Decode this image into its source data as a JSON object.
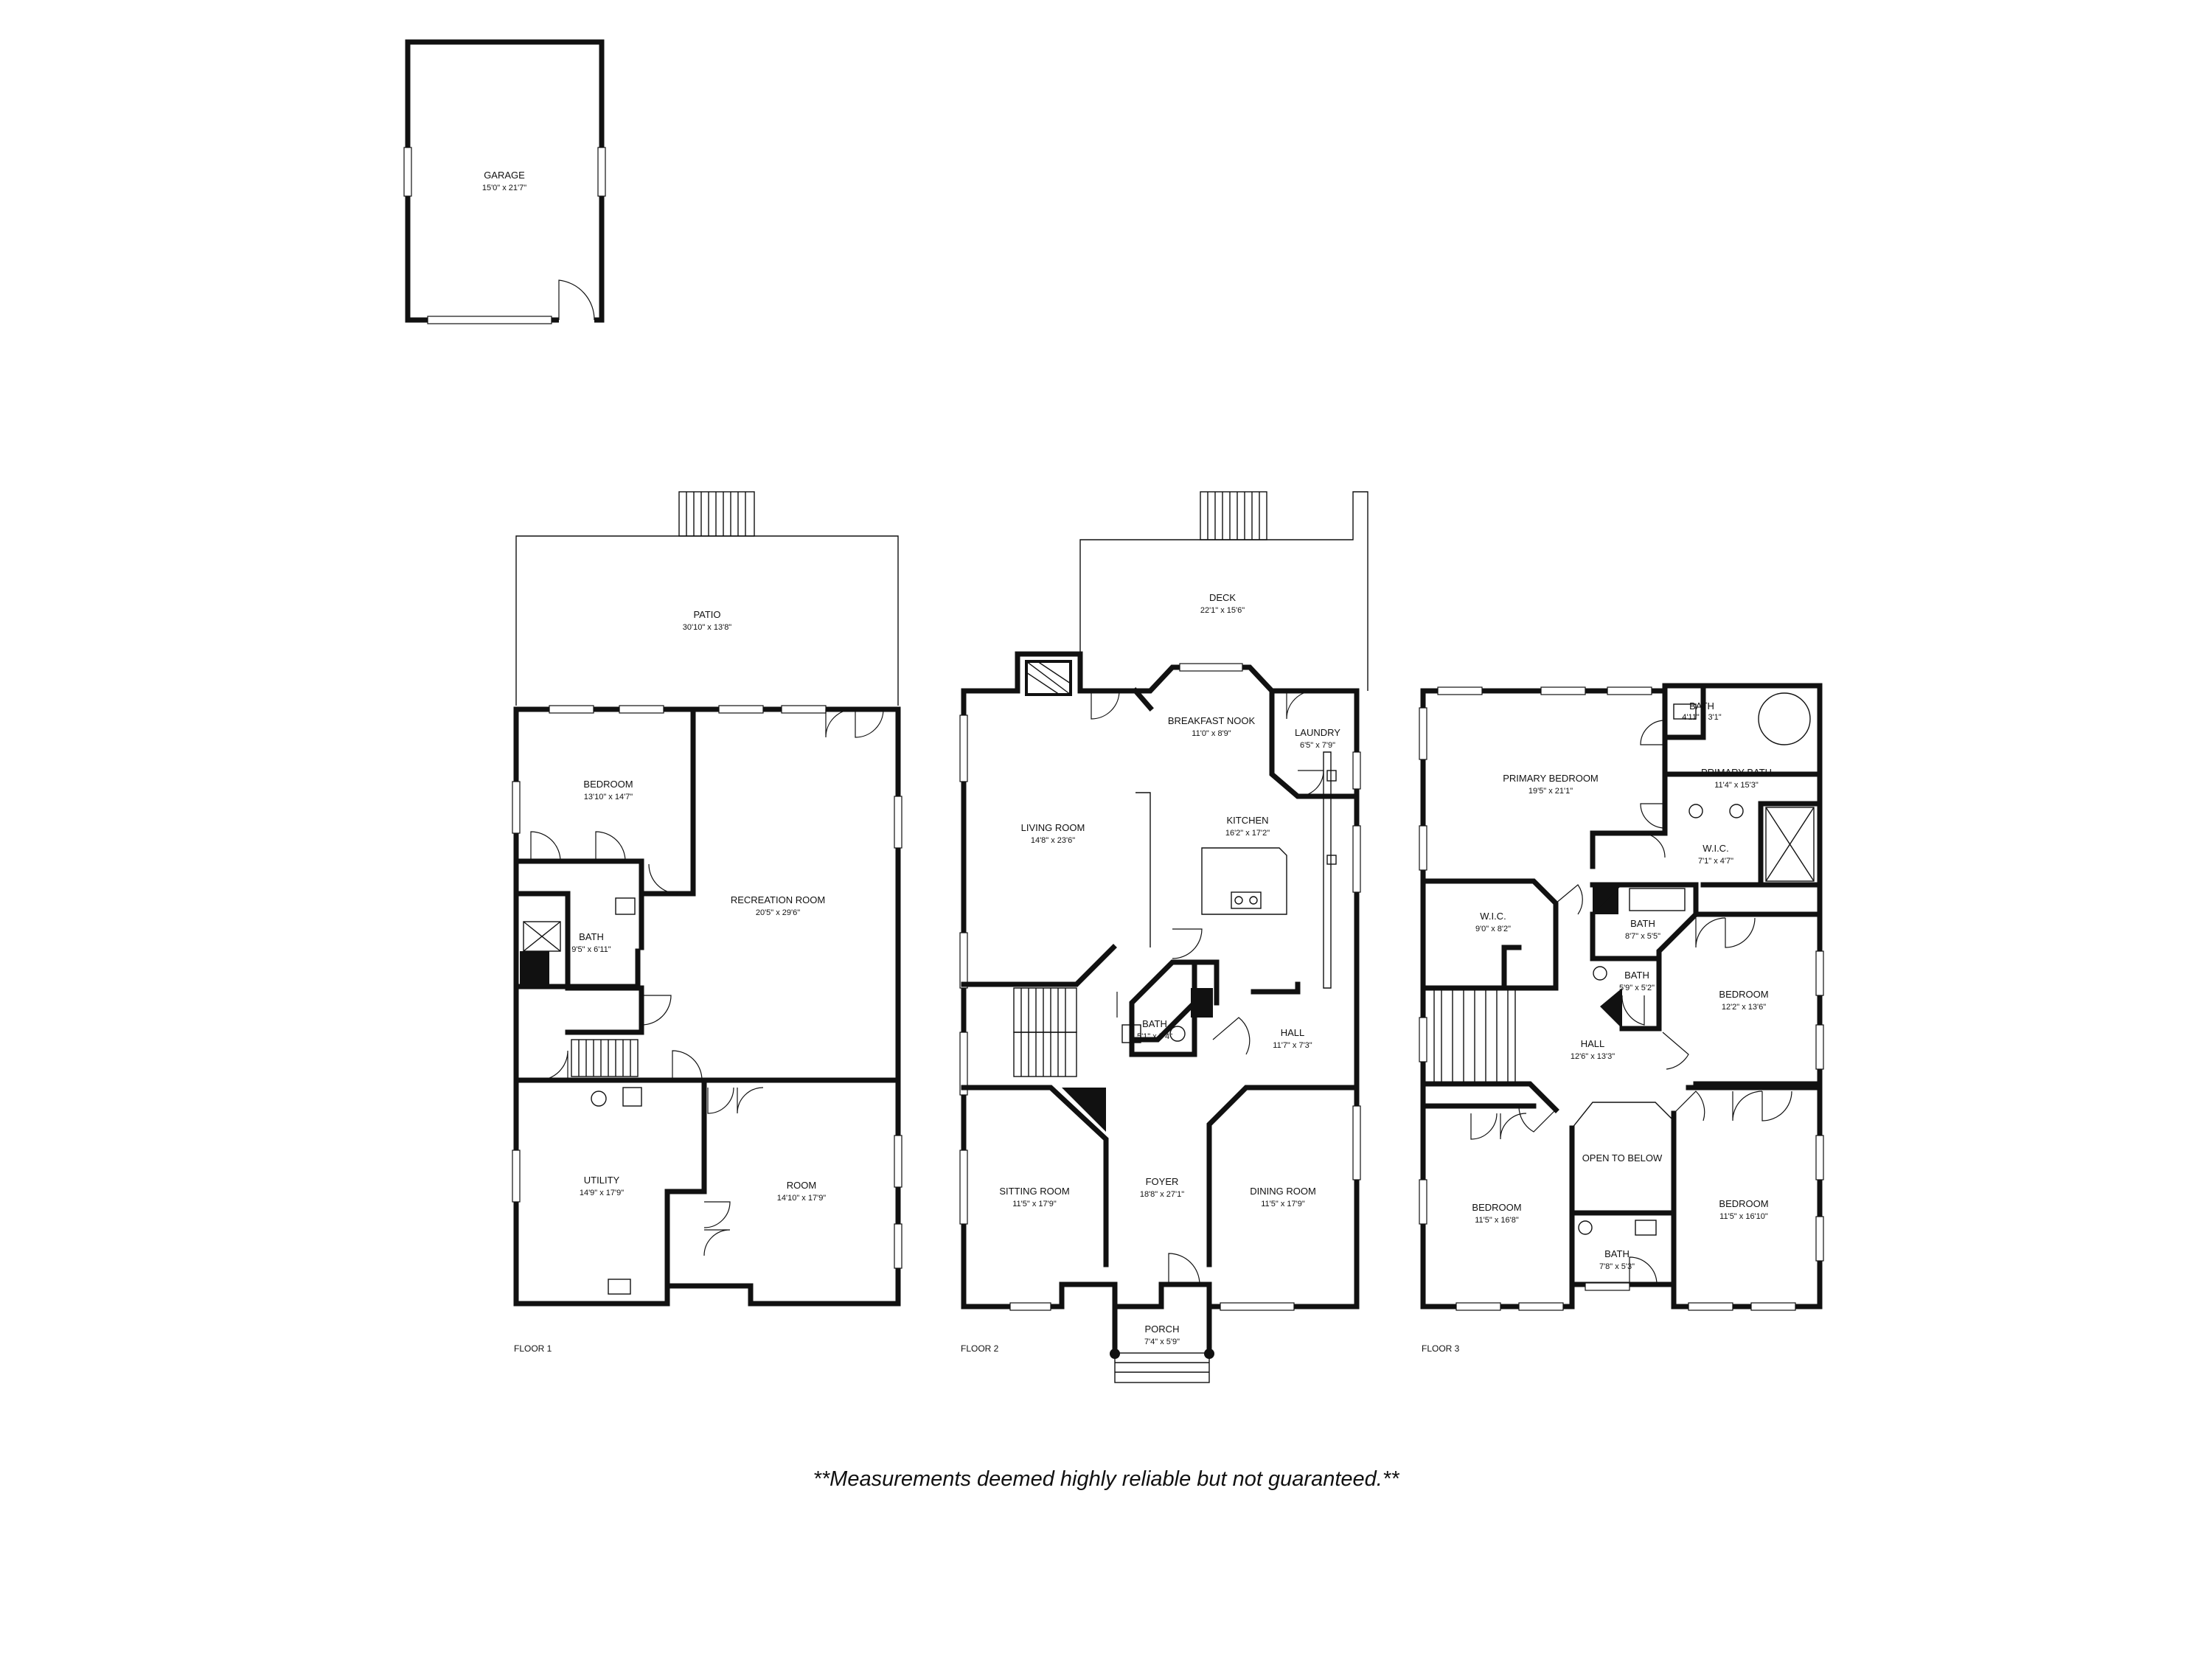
{
  "rooms": {
    "garage": {
      "name": "GARAGE",
      "dim": "15'0\" x 21'7\""
    },
    "patio": {
      "name": "PATIO",
      "dim": "30'10\" x 13'8\""
    },
    "f1_bedroom": {
      "name": "BEDROOM",
      "dim": "13'10\" x 14'7\""
    },
    "recreation": {
      "name": "RECREATION ROOM",
      "dim": "20'5\" x 29'6\""
    },
    "f1_bath": {
      "name": "BATH",
      "dim": "9'5\" x 6'11\""
    },
    "utility": {
      "name": "UTILITY",
      "dim": "14'9\" x 17'9\""
    },
    "f1_room": {
      "name": "ROOM",
      "dim": "14'10\" x 17'9\""
    },
    "deck": {
      "name": "DECK",
      "dim": "22'1\" x 15'6\""
    },
    "breakfast": {
      "name": "BREAKFAST NOOK",
      "dim": "11'0\" x 8'9\""
    },
    "laundry": {
      "name": "LAUNDRY",
      "dim": "6'5\" x 7'9\""
    },
    "living": {
      "name": "LIVING ROOM",
      "dim": "14'8\" x 23'6\""
    },
    "kitchen": {
      "name": "KITCHEN",
      "dim": "16'2\" x 17'2\""
    },
    "f2_bath": {
      "name": "BATH",
      "dim": "5'1\" x 5'4\""
    },
    "f2_hall": {
      "name": "HALL",
      "dim": "11'7\" x 7'3\""
    },
    "sitting": {
      "name": "SITTING ROOM",
      "dim": "11'5\" x 17'9\""
    },
    "foyer": {
      "name": "FOYER",
      "dim": "18'8\" x 27'1\""
    },
    "dining": {
      "name": "DINING ROOM",
      "dim": "11'5\" x 17'9\""
    },
    "porch": {
      "name": "PORCH",
      "dim": "7'4\" x 5'9\""
    },
    "primary_bed": {
      "name": "PRIMARY BEDROOM",
      "dim": "19'5\" x 21'1\""
    },
    "f3_bath_top": {
      "name": "BATH",
      "dim": "4'11\" x 3'1\""
    },
    "primary_bath": {
      "name": "PRIMARY BATH",
      "dim": "11'4\" x 15'3\""
    },
    "wic_small": {
      "name": "W.I.C.",
      "dim": "7'1\" x 4'7\""
    },
    "wic_left": {
      "name": "W.I.C.",
      "dim": "9'0\" x 8'2\""
    },
    "f3_bath_a": {
      "name": "BATH",
      "dim": "8'7\" x 5'5\""
    },
    "f3_bath_b": {
      "name": "BATH",
      "dim": "5'9\" x 5'2\""
    },
    "f3_bed_right": {
      "name": "BEDROOM",
      "dim": "12'2\" x 13'6\""
    },
    "f3_hall": {
      "name": "HALL",
      "dim": "12'6\" x 13'3\""
    },
    "open_below": {
      "name": "OPEN TO BELOW",
      "dim": ""
    },
    "f3_bed_left": {
      "name": "BEDROOM",
      "dim": "11'5\" x 16'8\""
    },
    "f3_bath_c": {
      "name": "BATH",
      "dim": "7'8\" x 5'3\""
    },
    "f3_bed_br": {
      "name": "BEDROOM",
      "dim": "11'5\" x 16'10\""
    }
  },
  "floors": [
    "FLOOR 1",
    "FLOOR 2",
    "FLOOR 3"
  ],
  "disclaimer": "**Measurements deemed highly reliable but not guaranteed.**",
  "colors": {
    "wall": "#111111",
    "background": "#ffffff"
  }
}
